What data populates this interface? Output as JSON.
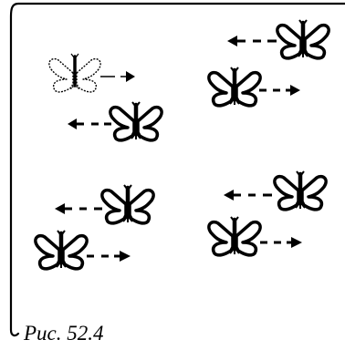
{
  "caption": "Рис. 52.4",
  "colors": {
    "stroke": "#000000",
    "background": "#ffffff"
  },
  "panels": [
    {
      "id": "top-left",
      "pairs": [
        {
          "butterfly": "outline",
          "arrow": "right",
          "style": "dotted"
        },
        {
          "butterfly": "solid",
          "arrow": "left",
          "style": "bold"
        }
      ]
    },
    {
      "id": "top-right",
      "pairs": [
        {
          "butterfly": "solid",
          "arrow": "left",
          "style": "bold"
        },
        {
          "butterfly": "solid",
          "arrow": "right",
          "style": "bold"
        }
      ]
    },
    {
      "id": "bottom-left",
      "pairs": [
        {
          "butterfly": "solid",
          "arrow": "left",
          "style": "bold"
        },
        {
          "butterfly": "solid",
          "arrow": "right",
          "style": "bold"
        }
      ]
    },
    {
      "id": "bottom-right",
      "pairs": [
        {
          "butterfly": "solid",
          "arrow": "left",
          "style": "bold"
        },
        {
          "butterfly": "solid",
          "arrow": "right",
          "style": "bold"
        }
      ]
    }
  ]
}
